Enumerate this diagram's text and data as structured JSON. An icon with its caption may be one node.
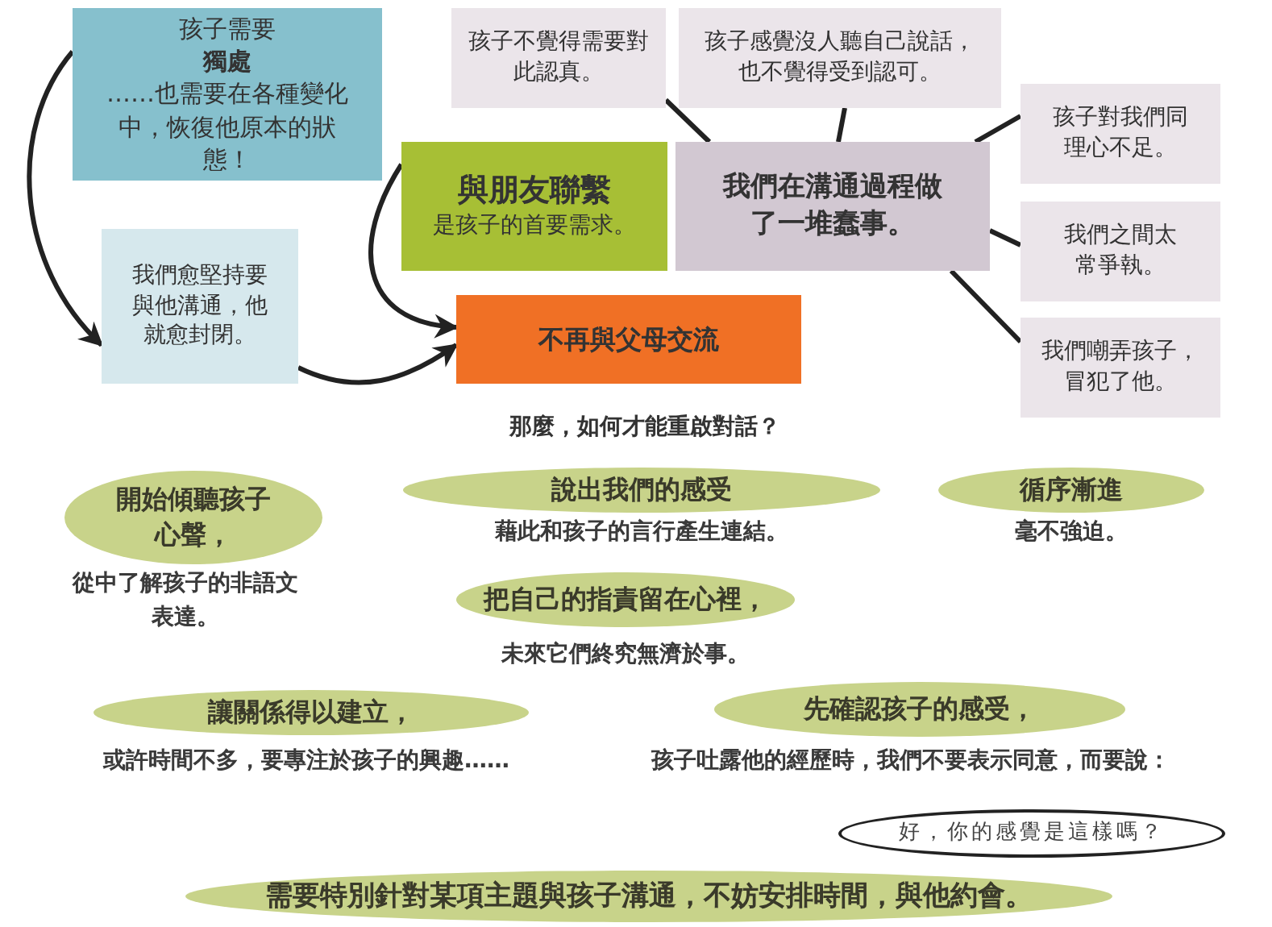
{
  "diagram": {
    "nodes": [
      {
        "text": [
          "孩子需要**獨處**……也需要在各種變化中，恢復他原本的狀態！"
        ]
      },
      {
        "text": [
          "孩子不覺得需要對此認真。"
        ]
      },
      {
        "text": [
          "孩子感覺沒人聽自己說話，也不覺得受到認可。"
        ]
      },
      {
        "text": [
          "與朋友聯繫",
          "是孩子的首要需求。"
        ]
      },
      {
        "text": [
          "我們在溝通過程做了一堆蠢事。"
        ]
      },
      {
        "text": [
          "孩子對我們同理心不足。"
        ]
      },
      {
        "text": [
          "我們之間太常爭執。"
        ]
      },
      {
        "text": [
          "我們愈堅持要與他溝通，他就愈封閉。"
        ]
      },
      {
        "text": [
          "不再與父母交流"
        ]
      },
      {
        "text": [
          "我們嘲弄孩子，冒犯了他。"
        ]
      },
      {
        "text": [
          "開始傾聽孩子心聲，"
        ],
        "beside": [
          "從中了解孩子的非語文表達。"
        ]
      },
      {
        "text": [
          "說出我們的感受"
        ],
        "beside": [
          "藉此和孩子的言行產生連結。"
        ]
      },
      {
        "text": [
          "循序漸進"
        ],
        "beside": [
          "毫不強迫。"
        ]
      },
      {
        "text": [
          "把自己的指責留在心裡，"
        ],
        "beside": [
          "未來它們終究無濟於事。"
        ]
      },
      {
        "text": [
          "讓關係得以建立，"
        ],
        "beside": [
          "或許時間不多，要專注於孩子的興趣……"
        ]
      },
      {
        "text": [
          "先確認孩子的感受，"
        ],
        "beside": [
          "孩子吐露他的經歷時，我們不要表示同意，而要說："
        ]
      },
      {
        "text": [
          "好，你的感覺是這樣嗎？"
        ]
      },
      {
        "text": [
          "需要特別針對某項主題與孩子溝通，不妨安排時間，與他約會。"
        ]
      }
    ],
    "edges": [
      {
        "from": 0,
        "to": 7,
        "arrow": "to"
      },
      {
        "from": 7,
        "to": 8,
        "arrow": "to"
      },
      {
        "from": 3,
        "to": 8,
        "arrow": "to"
      },
      {
        "from": 1,
        "to": 4,
        "arrow": "none"
      },
      {
        "from": 2,
        "to": 4,
        "arrow": "none"
      },
      {
        "from": 5,
        "to": 4,
        "arrow": "none"
      },
      {
        "from": 6,
        "to": 4,
        "arrow": "none"
      },
      {
        "from": 9,
        "to": 4,
        "arrow": "none"
      }
    ],
    "labels": [
      "那麼，如何才能重啟對話？"
    ]
  }
}
